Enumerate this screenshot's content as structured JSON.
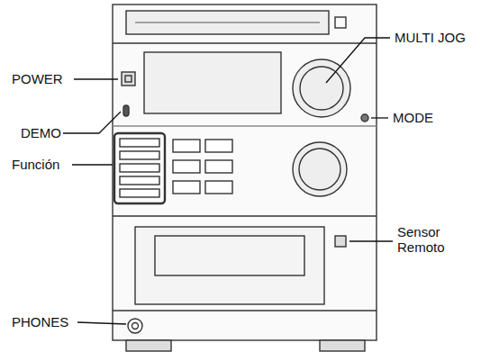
{
  "diagram": {
    "labels": [
      "POWER",
      "DEMO",
      "Función",
      "PHONES",
      "MULTI JOG",
      "MODE",
      "Sensor Remoto"
    ]
  }
}
